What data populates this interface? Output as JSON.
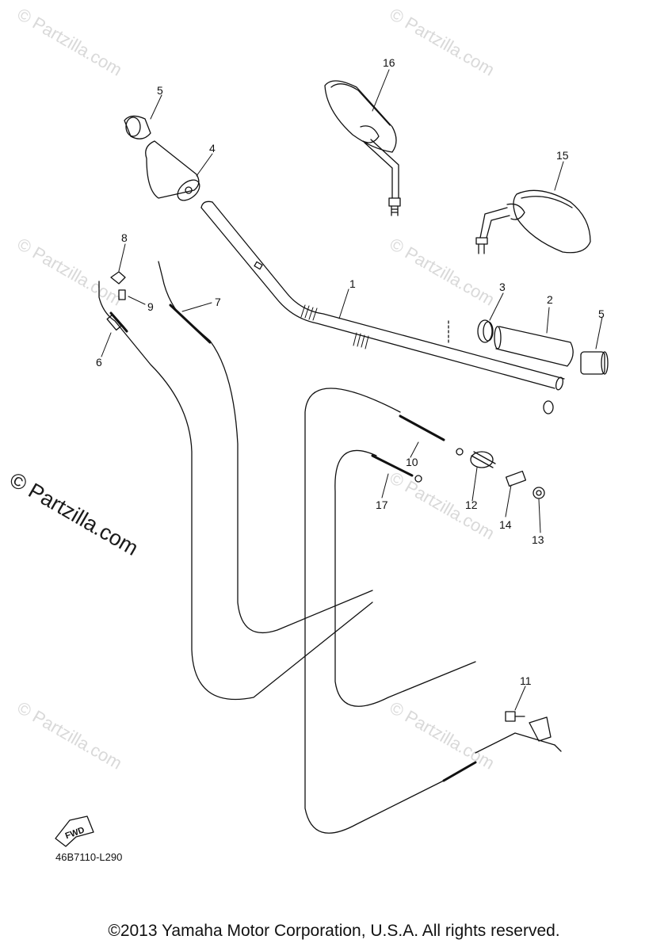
{
  "watermark": {
    "text": "© Partzilla.com"
  },
  "callouts": {
    "p1": "1",
    "p2": "2",
    "p3": "3",
    "p4": "4",
    "p5a": "5",
    "p5b": "5",
    "p6": "6",
    "p7": "7",
    "p8": "8",
    "p9": "9",
    "p10": "10",
    "p11": "11",
    "p12": "12",
    "p13": "13",
    "p14": "14",
    "p15": "15",
    "p16": "16",
    "p17": "17"
  },
  "fwd_label": "FWD",
  "drawing_code": "46B7110-L290",
  "copyright": "©2013 Yamaha Motor Corporation, U.S.A. All rights reserved."
}
